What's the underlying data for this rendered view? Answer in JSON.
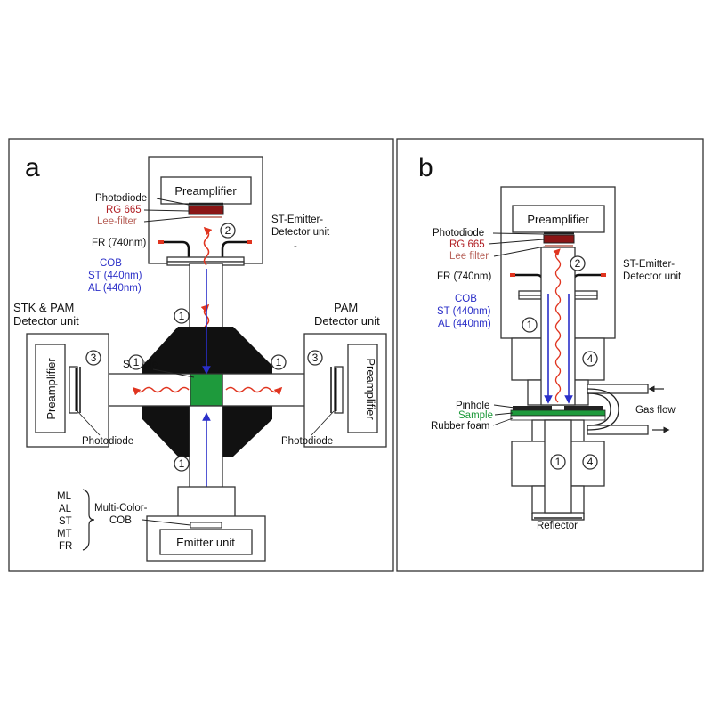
{
  "colors": {
    "red_label": "#b01f24",
    "lee_label": "#b8645c",
    "blue_label": "#2b2fc8",
    "sample": "#1e9a3c",
    "housing": "#111111",
    "beam_red": "#e0341f",
    "beam_blue": "#2a2fc9"
  },
  "panel_a": {
    "letter": "a",
    "preamplifier": "Preamplifier",
    "photodiode": "Photodiode",
    "rg665": "RG 665",
    "lee_filter": "Lee-filter",
    "st_unit_line1": "ST-Emitter-",
    "st_unit_line2": "Detector unit",
    "st_unit_dash": "-",
    "fr": "FR (740nm)",
    "cob": "COB",
    "st": "ST (440nm)",
    "al": "AL (440nm)",
    "stk_line1": "STK & PAM",
    "stk_line2": "Detector unit",
    "pam_line1": "PAM",
    "pam_line2": "Detector unit",
    "sample": "Sample",
    "preamp_left": "Preamplifier",
    "preamp_right": "Preamplifier",
    "photodiode_left": "Photodiode",
    "photodiode_right": "Photodiode",
    "multi_color_line1": "Multi-Color-",
    "multi_color_line2": "COB",
    "emitter_unit": "Emitter unit",
    "light_list": [
      "ML",
      "AL",
      "ST",
      "MT",
      "FR"
    ],
    "markers": [
      "2",
      "1",
      "1",
      "1",
      "3",
      "3",
      "1"
    ]
  },
  "panel_b": {
    "letter": "b",
    "preamplifier": "Preamplifier",
    "photodiode": "Photodiode",
    "rg665": "RG 665",
    "lee_filter": "Lee filter",
    "fr": "FR (740nm)",
    "cob": "COB",
    "st": "ST (440nm)",
    "al": "AL (440nm)",
    "st_unit_line1": "ST-Emitter-",
    "st_unit_line2": "Detector unit",
    "pinhole": "Pinhole",
    "sample": "Sample",
    "rubber_foam": "Rubber foam",
    "gas_flow": "Gas flow",
    "reflector": "Reflector",
    "markers": [
      "2",
      "1",
      "4",
      "1",
      "4"
    ]
  }
}
